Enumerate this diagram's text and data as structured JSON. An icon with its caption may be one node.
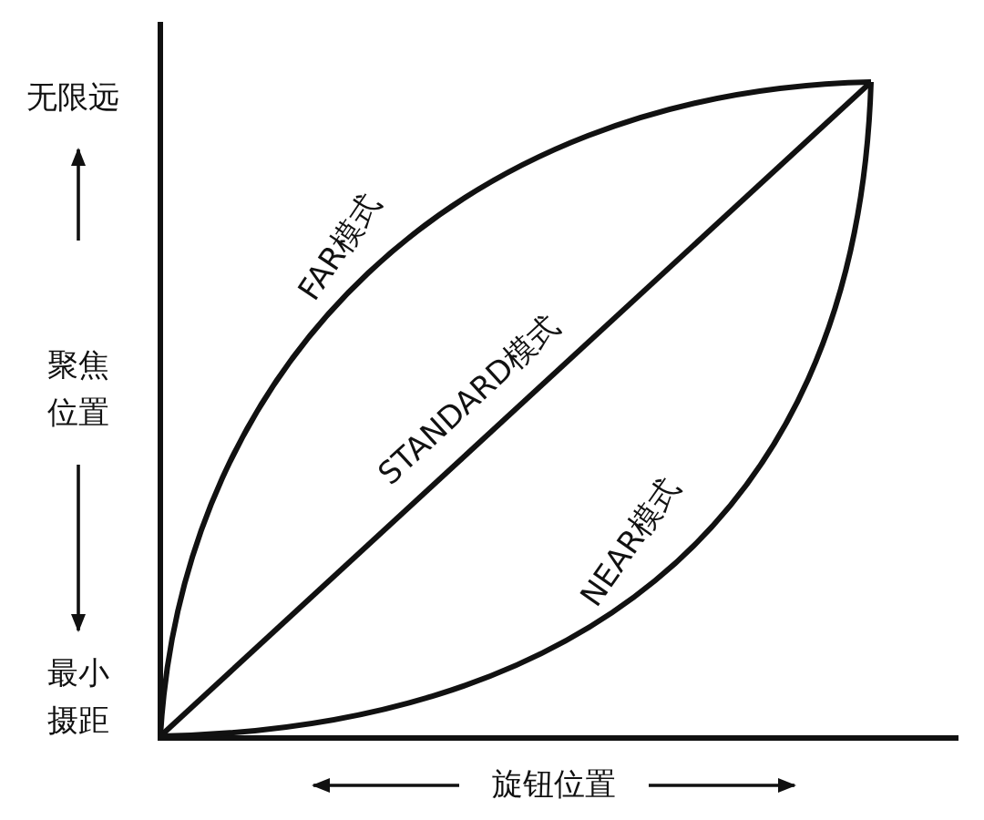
{
  "diagram": {
    "labels": [
      "无限远",
      "聚焦位置",
      "最小摄距",
      "FAR模式",
      "STANDARD模式",
      "NEAR模式",
      "旋钮位置"
    ]
  }
}
